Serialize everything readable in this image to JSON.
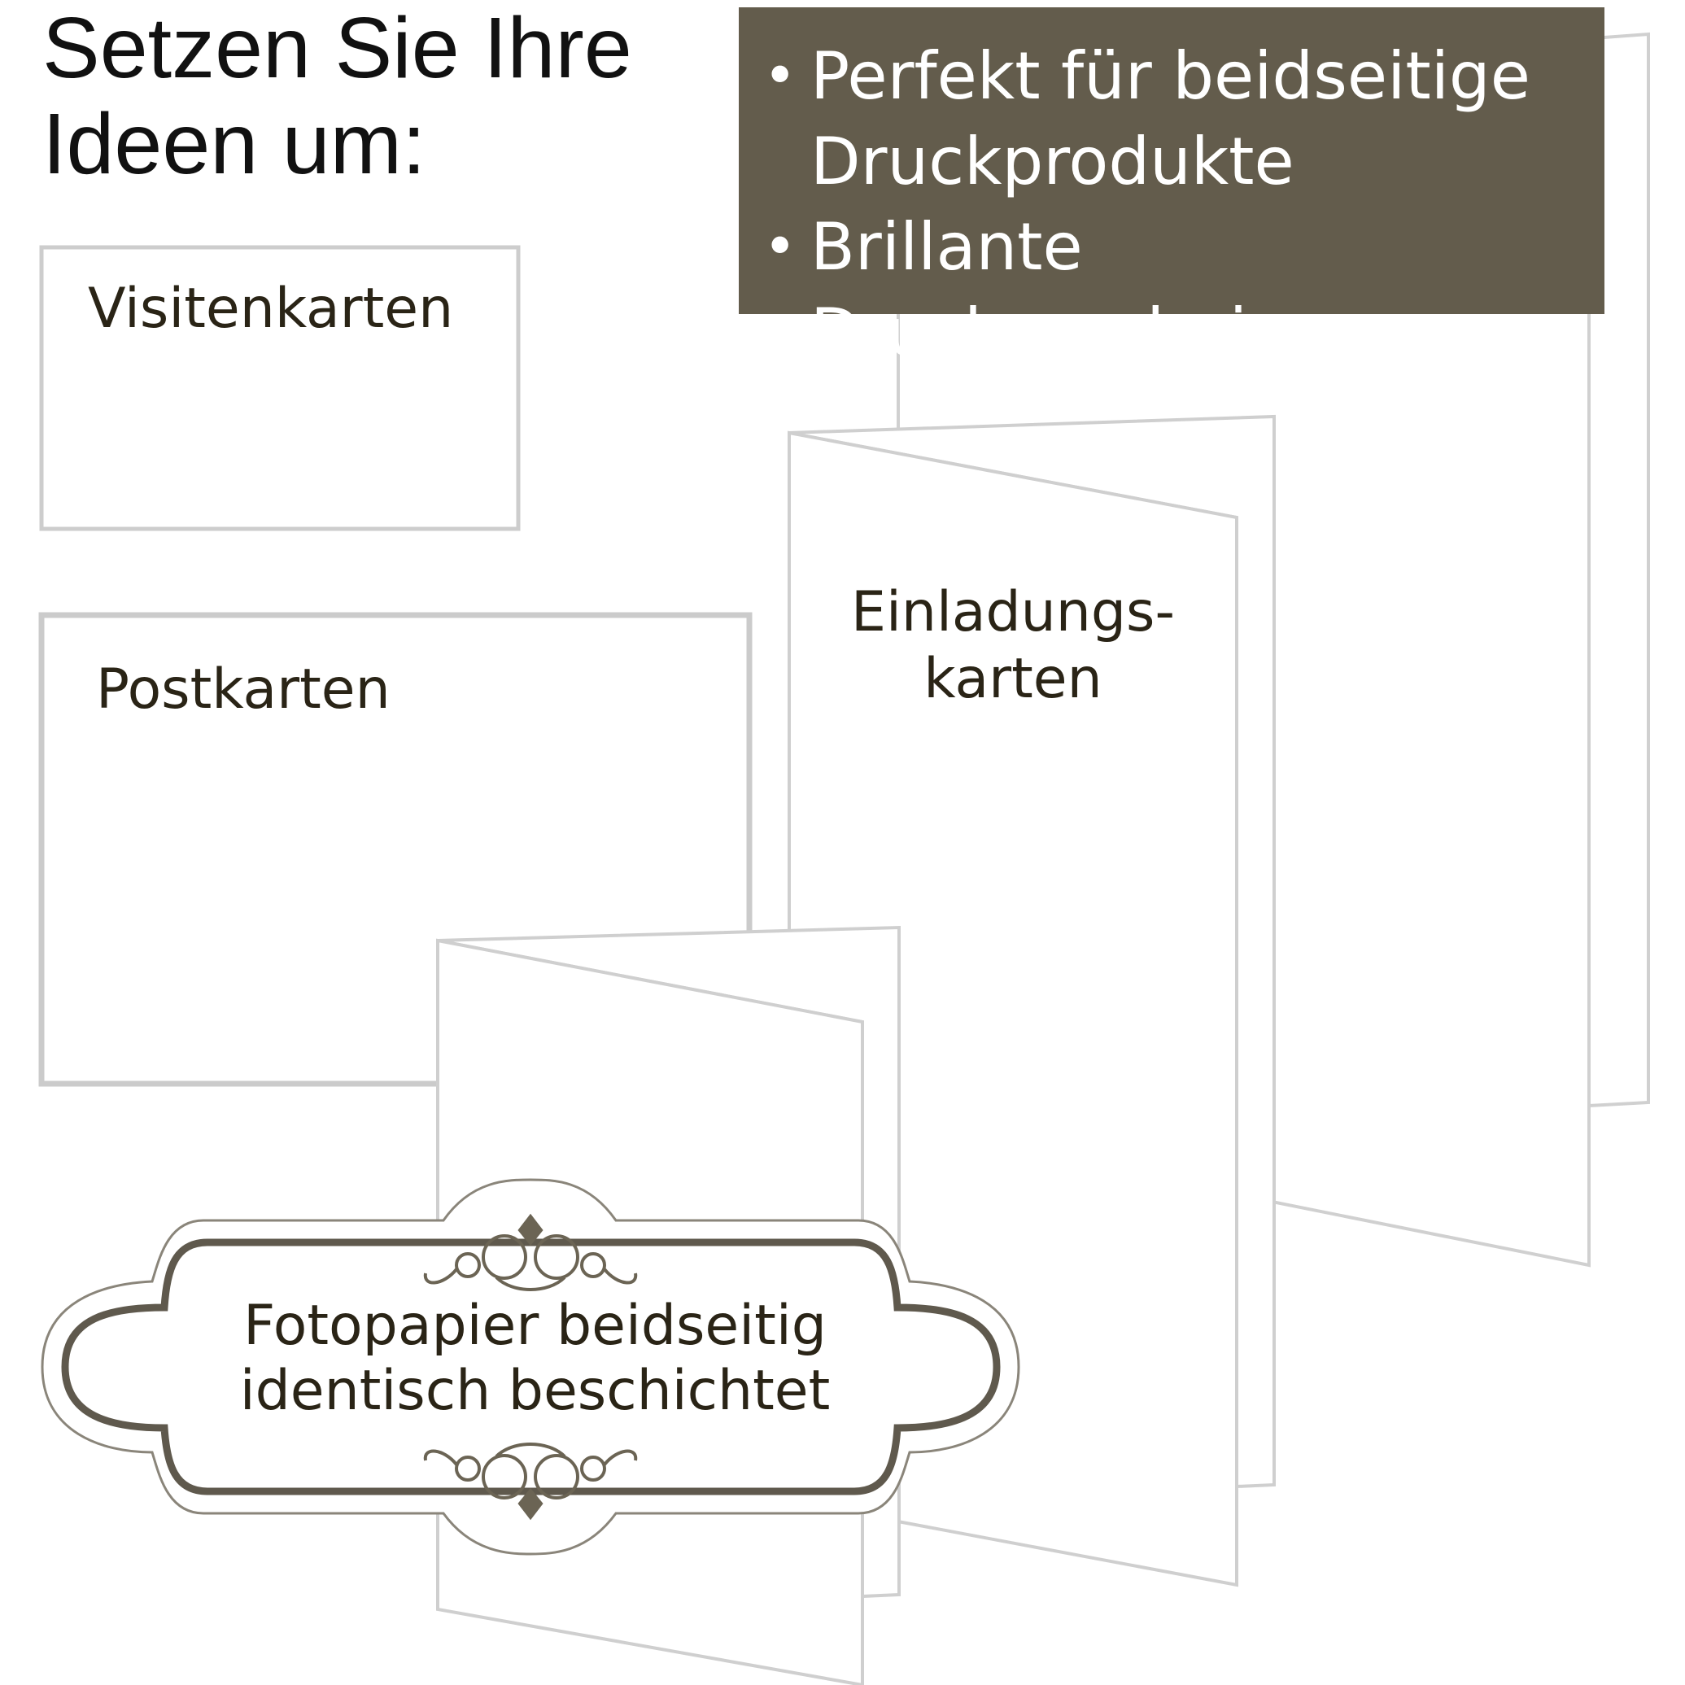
{
  "headline": {
    "line1": "Setzen Sie Ihre",
    "line2": "Ideen um:"
  },
  "features": {
    "bullet_glyph": "•",
    "items": [
      "Perfekt für beidseitige Druckprodukte",
      "Brillante Druckergebnisse"
    ]
  },
  "products": {
    "business_card": "Visitenkarten",
    "postcard": "Postkarten",
    "invitation_line1": "Einladungs-",
    "invitation_line2": "karten"
  },
  "badge": {
    "line1": "Fotopapier beidseitig",
    "line2": "identisch beschichtet"
  },
  "colors": {
    "banner": "#635c4c",
    "outline": "#cfcfcf",
    "text_dark": "#2a2416",
    "badge_ornament": "#6b6454"
  }
}
